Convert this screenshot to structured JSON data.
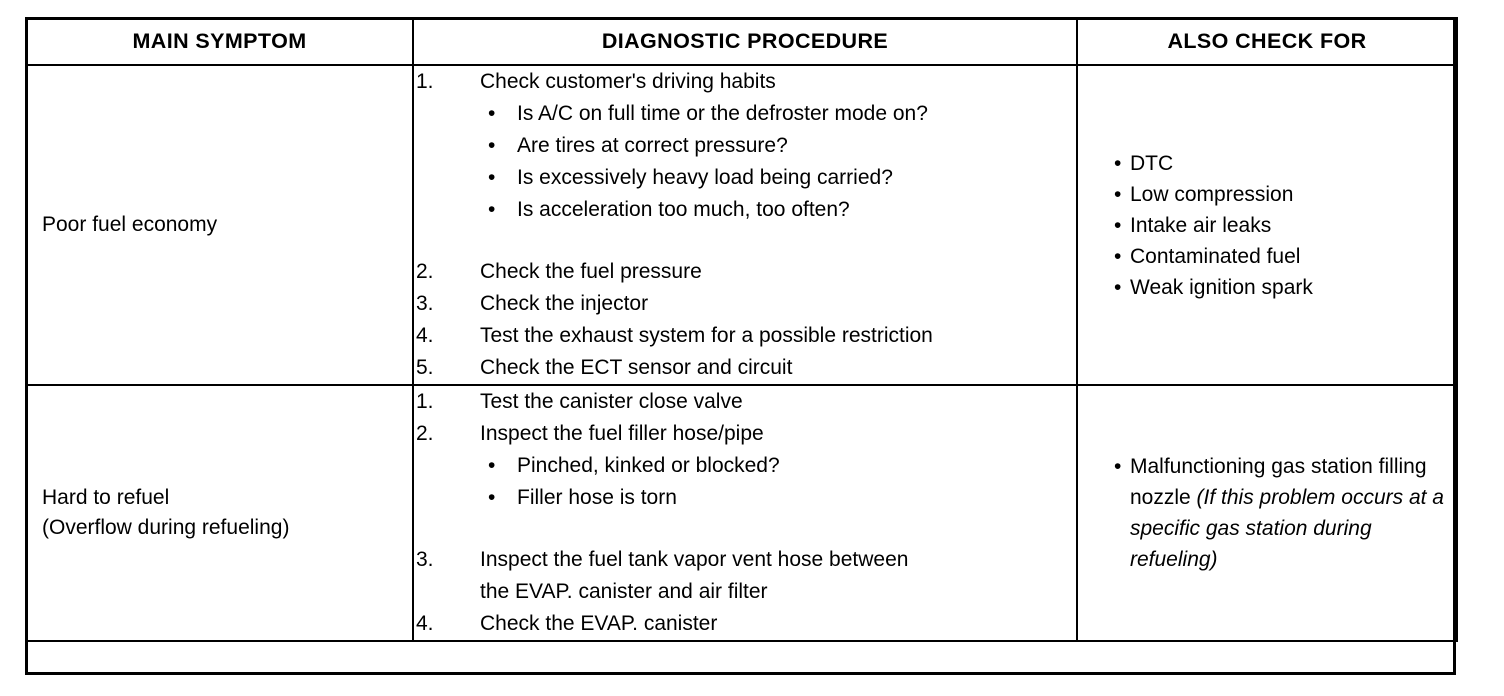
{
  "table": {
    "headers": [
      {
        "label": "MAIN SYMPTOM",
        "name": "main-symptom"
      },
      {
        "label": "DIAGNOSTIC PROCEDURE",
        "name": "diagnostic-procedure"
      },
      {
        "label": "ALSO CHECK FOR",
        "name": "also-check-for"
      }
    ],
    "rows": [
      {
        "symptom": "Poor fuel economy",
        "steps": [
          {
            "num": "1.",
            "text": "Check customer's driving habits",
            "subs": [
              "Is A/C on full time or the defroster mode on?",
              "Are tires at correct pressure?",
              "Is excessively heavy load being carried?",
              "Is acceleration too much, too often?"
            ]
          },
          {
            "num": "2.",
            "text": "Check the fuel pressure",
            "gap_before": true
          },
          {
            "num": "3.",
            "text": "Check the injector"
          },
          {
            "num": "4.",
            "text": "Test the exhaust system for a possible restriction"
          },
          {
            "num": "5.",
            "text": "Check the ECT sensor and circuit"
          }
        ],
        "checks": [
          {
            "text": "DTC"
          },
          {
            "text": "Low compression"
          },
          {
            "text": "Intake air leaks"
          },
          {
            "text": "Contaminated fuel"
          },
          {
            "text": "Weak ignition spark"
          }
        ]
      },
      {
        "symptom": "Hard to refuel\n(Overflow during refueling)",
        "steps": [
          {
            "num": "1.",
            "text": "Test the canister close valve"
          },
          {
            "num": "2.",
            "text": "Inspect the fuel filler hose/pipe",
            "subs": [
              "Pinched, kinked or blocked?",
              "Filler hose is torn"
            ]
          },
          {
            "num": "3.",
            "text": "Inspect the fuel tank vapor vent hose between\nthe EVAP. canister and air filter",
            "gap_before": true
          },
          {
            "num": "4.",
            "text": "Check the EVAP. canister"
          }
        ],
        "checks": [
          {
            "text": "Malfunctioning gas station filling nozzle (If this problem occurs at a specific gas station during refueling)",
            "italic_from": "(If"
          }
        ]
      }
    ]
  },
  "icons": {
    "bullet": "•"
  },
  "colors": {
    "ink": "#000000",
    "paper": "#ffffff"
  }
}
